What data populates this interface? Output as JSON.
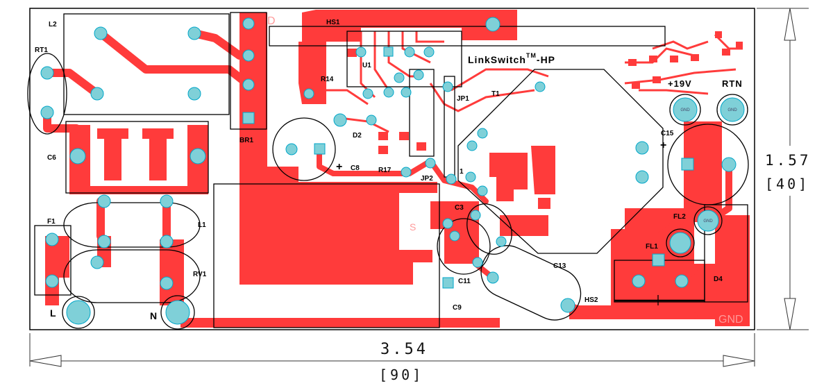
{
  "colors": {
    "copper": "#ff3b3b",
    "pad": "#7fd0d8",
    "pad_dark": "#00a6c8",
    "outline": "#000000",
    "dimension": "#333333"
  },
  "board": {
    "product": "LinkSwitch",
    "product_tm": "TM",
    "product_suffix": "-HP",
    "components": {
      "l2": "L2",
      "rt1": "RT1",
      "c6": "C6",
      "f1": "F1",
      "l1": "L1",
      "rv1": "RV1",
      "br1": "BR1",
      "hs1": "HS1",
      "r14": "R14",
      "u1": "U1",
      "d2": "D2",
      "c8": "C8",
      "r17": "R17",
      "jp1": "JP1",
      "jp2": "JP2",
      "t1": "T1",
      "c3": "C3",
      "c11": "C11",
      "c9": "C9",
      "c13": "C13",
      "hs2": "HS2",
      "c15": "C15",
      "fl1": "FL1",
      "fl2": "FL2",
      "d4": "D4"
    },
    "terminals": {
      "line": "L",
      "neutral": "N",
      "vout": "+19V",
      "rtn": "RTN"
    },
    "copper_text": {
      "gnd": "GND",
      "s": "S",
      "d": "D"
    },
    "pin_one": "1",
    "pad_labels": {
      "gnd1": "GND",
      "gnd2": "GND",
      "gnd3": "GND"
    }
  },
  "dimensions": {
    "width_in": "3.54",
    "width_mm": "[90]",
    "height_in": "1.57",
    "height_mm": "[40]"
  }
}
